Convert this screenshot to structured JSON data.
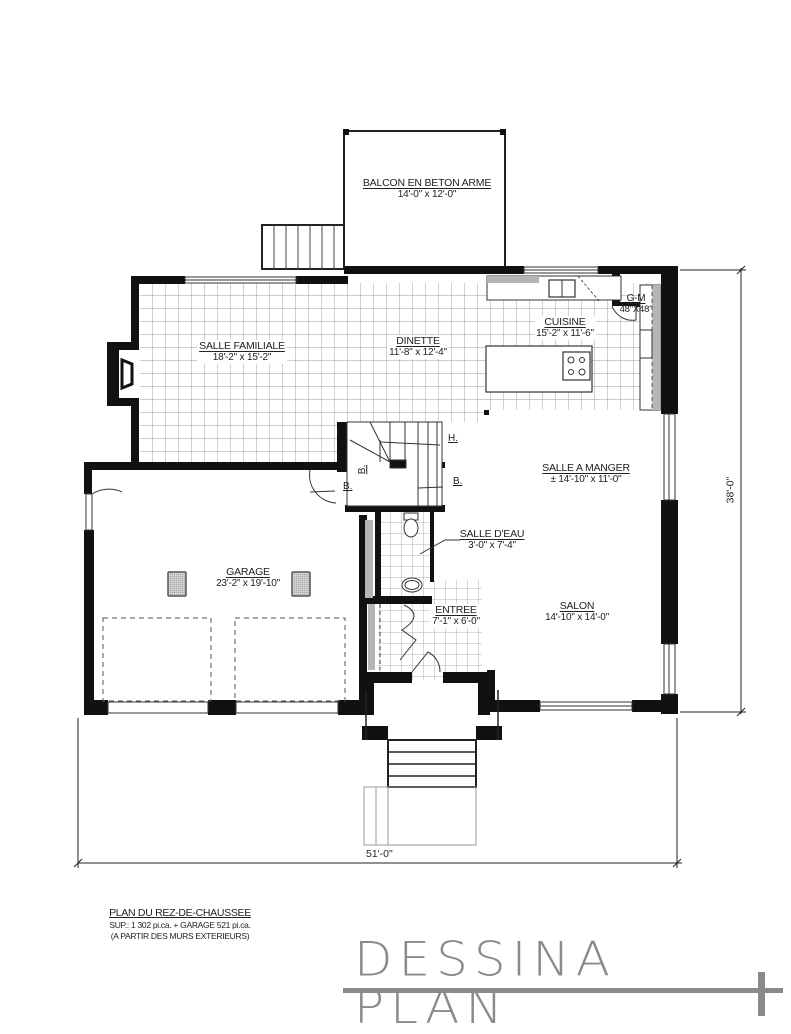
{
  "rooms": {
    "balcon": {
      "name": "BALCON EN BETON ARME",
      "dim": "14'-0\" x 12'-0\""
    },
    "salle_familiale": {
      "name": "SALLE FAMILIALE",
      "dim": "18'-2\" x 15'-2\""
    },
    "dinette": {
      "name": "DINETTE",
      "dim": "11'-8\" x 12'-4\""
    },
    "cuisine": {
      "name": "CUISINE",
      "dim": "15'-2\" x 11'-6\""
    },
    "gm": {
      "name": "G-M",
      "dim": "48\"X48\""
    },
    "salle_a_manger": {
      "name": "SALLE A MANGER",
      "dim": "± 14'-10\" x 11'-0\""
    },
    "salle_deau": {
      "name": "SALLE D'EAU",
      "dim": "3'-0\" x 7'-4\""
    },
    "entree": {
      "name": "ENTREE",
      "dim": "7'-1\" x 6'-0\""
    },
    "salon": {
      "name": "SALON",
      "dim": "14'-10\" x 14'-0\""
    },
    "garage": {
      "name": "GARAGE",
      "dim": "23'-2\" x 19'-10\""
    }
  },
  "marks": {
    "h": "H.",
    "b1": "B.",
    "b2": "B.",
    "b3": "B."
  },
  "dimensions": {
    "width": "51'-0\"",
    "depth": "38'-0\""
  },
  "title_block": {
    "title": "PLAN DU REZ-DE-CHAUSSEE",
    "area": "SUP.: 1 302 pi.ca. + GARAGE 521 pi.ca.",
    "note": "(A PARTIR DES MURS EXTERIEURS)"
  },
  "brand": {
    "name": "DESSINA PLAN",
    "color": "#8a8a8a"
  },
  "colors": {
    "wall": "#111111",
    "grid": "#9a9a9a",
    "line": "#333333",
    "counter_shade": "#b5b5b5"
  }
}
